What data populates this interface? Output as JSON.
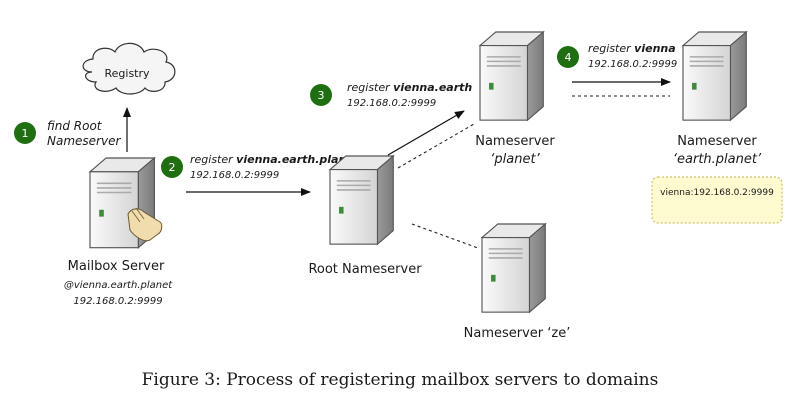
{
  "registry": {
    "label": "Registry"
  },
  "steps": [
    {
      "number": "1",
      "line1": "find Root",
      "line2": "Nameserver"
    },
    {
      "number": "2",
      "prefix": "register ",
      "domain": "vienna.earth.planet",
      "address": "192.168.0.2:9999"
    },
    {
      "number": "3",
      "prefix": "register ",
      "domain": "vienna.earth",
      "address": "192.168.0.2:9999"
    },
    {
      "number": "4",
      "prefix": "register ",
      "domain": "vienna",
      "address": "192.168.0.2:9999"
    }
  ],
  "servers": {
    "mailbox": {
      "name": "Mailbox Server",
      "email": "@vienna.earth.planet",
      "address": "192.168.0.2:9999"
    },
    "root": {
      "name": "Root Nameserver"
    },
    "planet": {
      "name": "Nameserver",
      "zone": "‘planet’"
    },
    "earth_planet": {
      "name": "Nameserver",
      "zone": "‘earth.planet’"
    },
    "ze": {
      "name": "Nameserver ‘ze’"
    }
  },
  "note": {
    "text": "vienna:192.168.0.2:9999"
  },
  "caption": "Figure 3: Process of registering mailbox servers to domains",
  "colors": {
    "badge": "#1f6e12",
    "note_fill": "#fffbd0",
    "note_border": "#c9b44a"
  }
}
